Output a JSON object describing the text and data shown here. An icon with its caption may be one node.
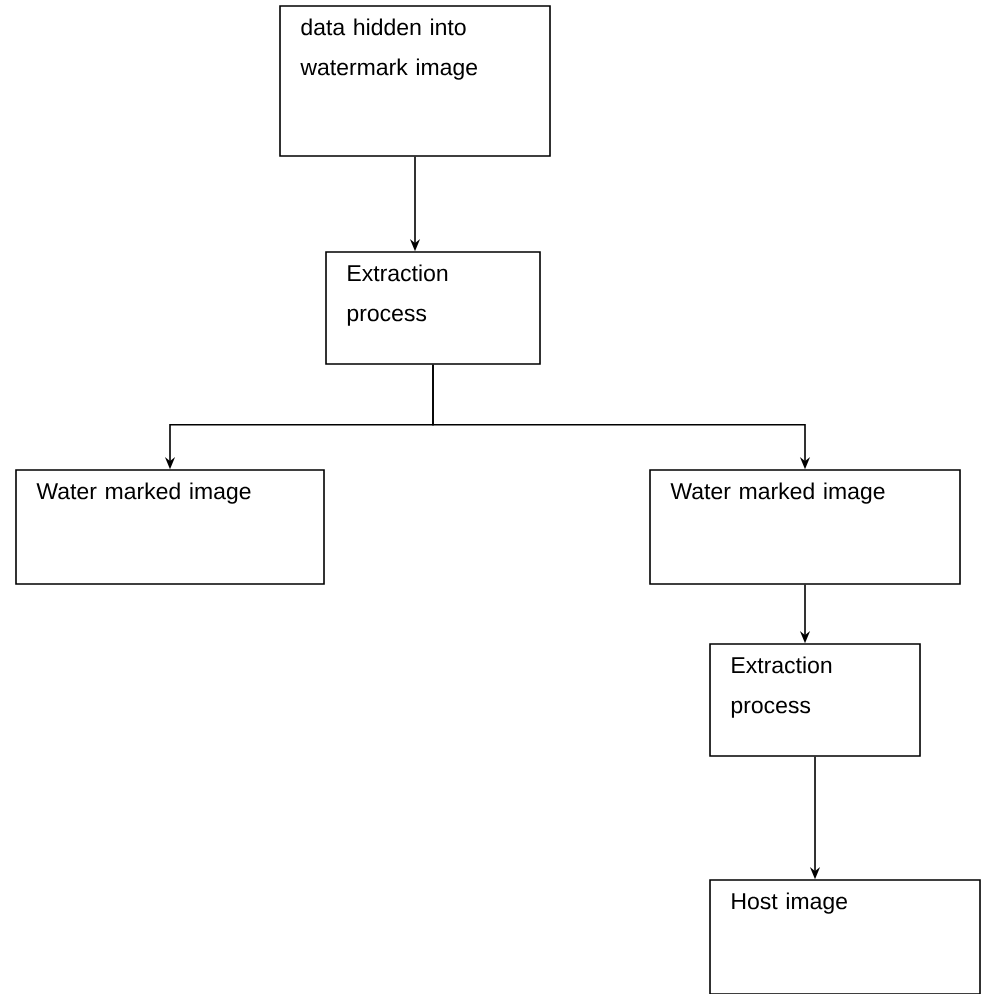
{
  "diagram": {
    "nodes": [
      {
        "text": [
          "data hidden into watermark image"
        ]
      },
      {
        "text": [
          "Extraction process"
        ]
      },
      {
        "text": [
          "Water marked image"
        ]
      },
      {
        "text": [
          "Water marked image"
        ]
      },
      {
        "text": [
          "Extraction process"
        ]
      },
      {
        "text": [
          "Host image"
        ]
      }
    ],
    "edges": [
      {
        "from": 0,
        "to": 1,
        "arrow": "to"
      },
      {
        "from": 1,
        "to": 2,
        "arrow": "to"
      },
      {
        "from": 1,
        "to": 3,
        "arrow": "to"
      },
      {
        "from": 3,
        "to": 4,
        "arrow": "to"
      },
      {
        "from": 4,
        "to": 5,
        "arrow": "to"
      }
    ]
  }
}
